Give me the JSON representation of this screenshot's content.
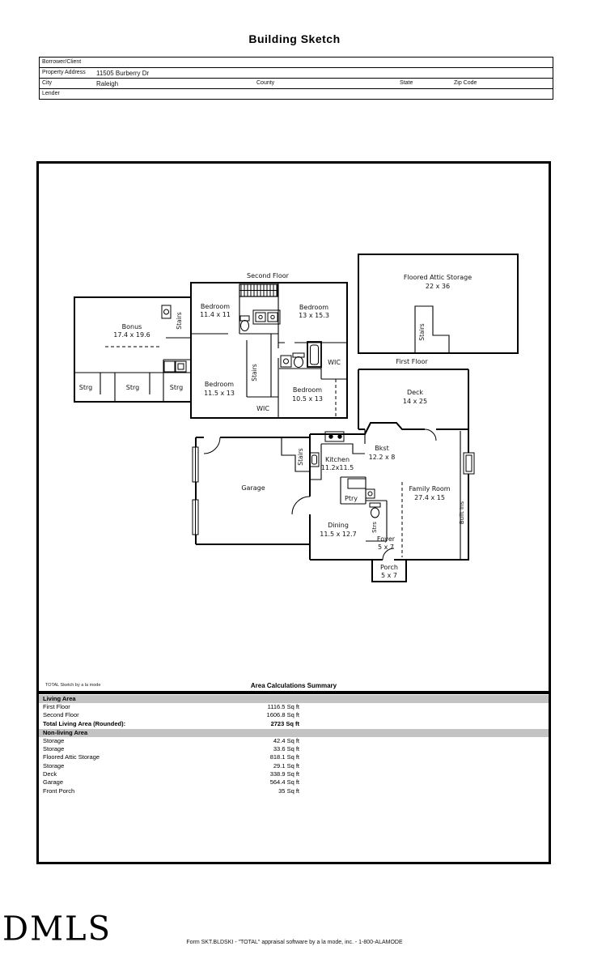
{
  "page_title": "Building Sketch",
  "form": {
    "borrower_label": "Borrower/Client",
    "property_label": "Property Address",
    "property_value": "11505 Burberry Dr",
    "city_label": "City",
    "city_value": "Raleigh",
    "county_label": "County",
    "state_label": "State",
    "zip_label": "Zip Code",
    "lender_label": "Lender"
  },
  "sketch": {
    "floors": {
      "second": "Second Floor",
      "first": "First Floor"
    },
    "rooms": {
      "bonus": {
        "name": "Bonus",
        "dim": "17.4 x 19.6"
      },
      "bedroom1": {
        "name": "Bedroom",
        "dim": "11.4 x 11"
      },
      "bedroom2": {
        "name": "Bedroom",
        "dim": "13 x 15.3"
      },
      "bedroom3": {
        "name": "Bedroom",
        "dim": "11.5 x 13"
      },
      "bedroom4": {
        "name": "Bedroom",
        "dim": "10.5 x 13"
      },
      "attic": {
        "name": "Floored Attic Storage",
        "dim": "22 x 36"
      },
      "deck": {
        "name": "Deck",
        "dim": "14 x 25"
      },
      "kitchen": {
        "name": "Kitchen",
        "dim": "11.2x11.5"
      },
      "bkst": {
        "name": "Bkst",
        "dim": "12.2 x 8"
      },
      "family": {
        "name": "Family Room",
        "dim": "27.4 x 15"
      },
      "dining": {
        "name": "Dining",
        "dim": "11.5 x 12.7"
      },
      "foyer": {
        "name": "Foyer",
        "dim": "5 x 7"
      },
      "porch": {
        "name": "Porch",
        "dim": "5 x 7"
      },
      "garage": {
        "name": "Garage"
      },
      "strg": "Strg",
      "wic": "WIC",
      "stairs": "Stairs",
      "strs": "Strs",
      "ptry": "Ptry",
      "built_ins": "Built Ins"
    }
  },
  "summary": {
    "brand": "TOTAL Sketch by a la mode",
    "title": "Area Calculations Summary",
    "living_header": "Living Area",
    "living_rows": [
      {
        "label": "First Floor",
        "value": "1116.5 Sq ft"
      },
      {
        "label": "Second Floor",
        "value": "1606.8 Sq ft"
      }
    ],
    "total": {
      "label": "Total Living Area (Rounded):",
      "value": "2723 Sq ft"
    },
    "nonliving_header": "Non-living Area",
    "nonliving_rows": [
      {
        "label": "Storage",
        "value": "42.4 Sq ft"
      },
      {
        "label": "Storage",
        "value": "33.6 Sq ft"
      },
      {
        "label": "Floored Attic Storage",
        "value": "818.1 Sq ft"
      },
      {
        "label": "Storage",
        "value": "29.1 Sq ft"
      },
      {
        "label": "Deck",
        "value": "338.9 Sq ft"
      },
      {
        "label": "Garage",
        "value": "564.4 Sq ft"
      },
      {
        "label": "Front Porch",
        "value": "35 Sq ft"
      }
    ]
  },
  "footer": {
    "logo": "DMLS",
    "form_line": "Form SKT.BLDSKI - \"TOTAL\" appraisal software by a la mode, inc. - 1-800-ALAMODE"
  }
}
